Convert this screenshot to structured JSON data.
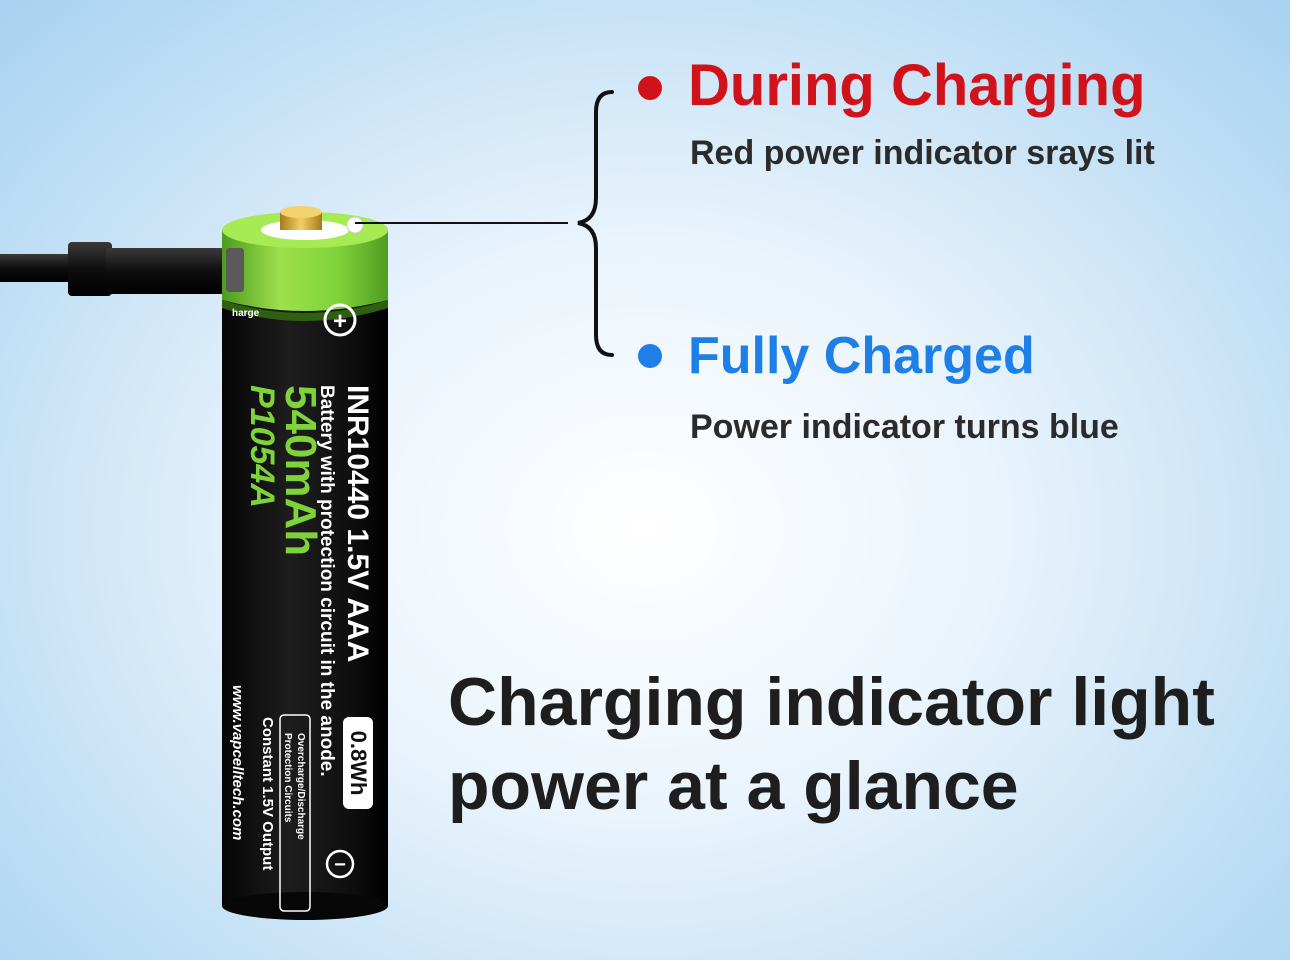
{
  "charging": {
    "title": "During Charging",
    "description": "Red power indicator srays lit",
    "color": "#d0121b"
  },
  "charged": {
    "title": "Fully Charged",
    "description": "Power indicator turns blue",
    "color": "#1e7fe6"
  },
  "tagline": {
    "line1": "Charging indicator light",
    "line2": "power at a glance"
  },
  "battery": {
    "model_line": "INR10440 1.5V  AAA",
    "sub_line": "Battery with protection circuit in the anode.",
    "capacity": "540mAh",
    "part_number": "P1054A",
    "energy_badge": "0.8Wh",
    "protection_line1": "Overcharge/Discharge",
    "protection_line2": "Protection Circuits",
    "output_line": "Constant 1.5V Output",
    "website": "www.vapcelltech.com",
    "port_label": "harge",
    "positive_symbol": "+",
    "negative_symbol": "−",
    "body_color": "#121212",
    "cap_color": "#7fd33a"
  }
}
